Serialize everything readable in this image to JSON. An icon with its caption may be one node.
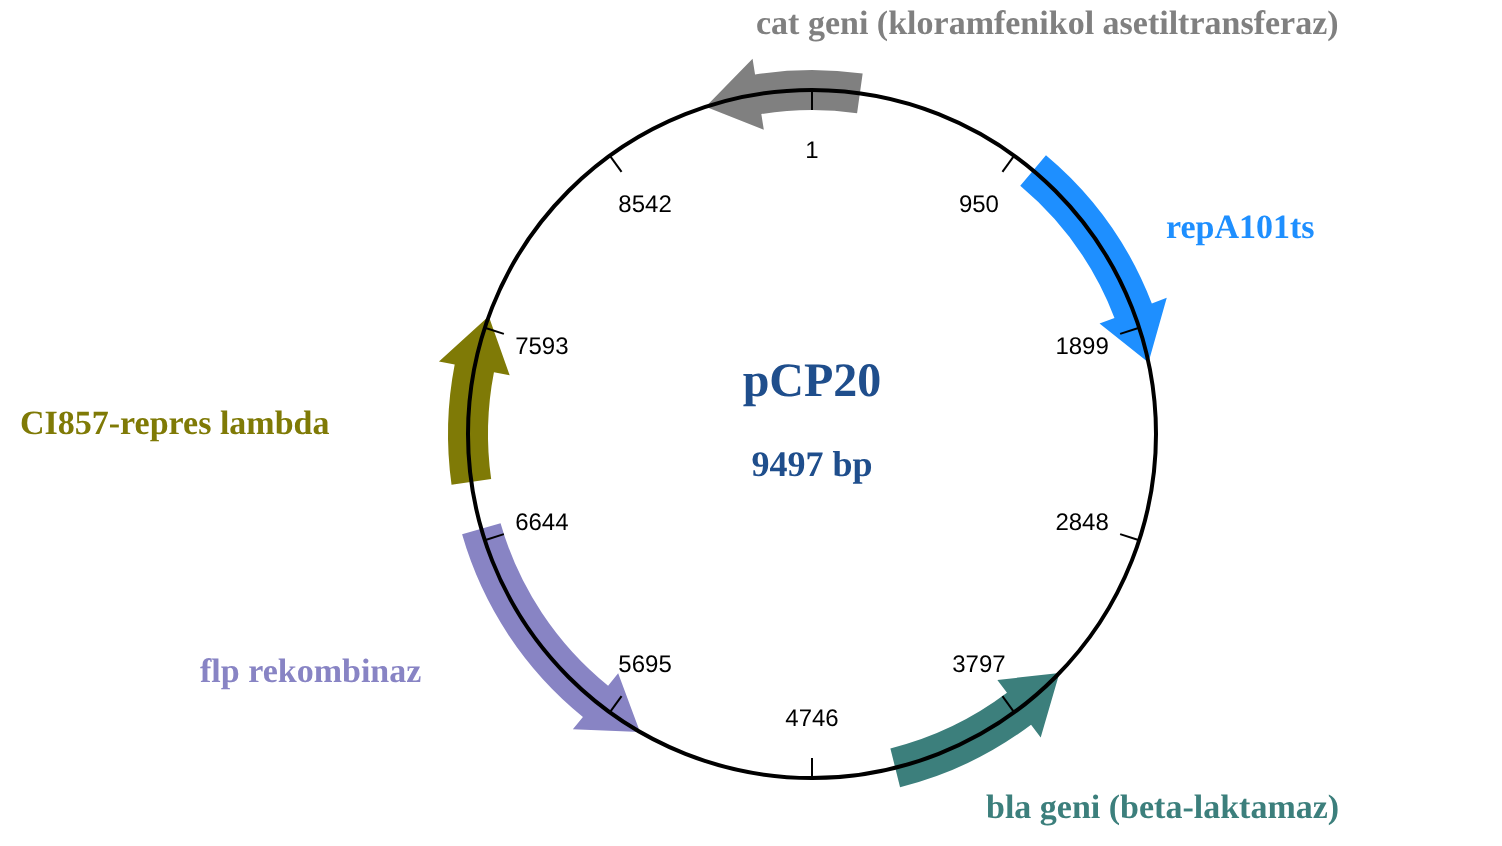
{
  "diagram": {
    "nodes": [
      {
        "text": [
          "pCP20",
          "9497 bp"
        ]
      },
      {
        "text": [
          "cat geni (kloramfenikol asetiltransferaz)"
        ]
      },
      {
        "text": [
          "repA101ts"
        ]
      },
      {
        "text": [
          "bla geni (beta-laktamaz)"
        ]
      },
      {
        "text": [
          "flp rekombinaz"
        ]
      },
      {
        "text": [
          "CI857-repres lambda"
        ]
      }
    ],
    "labels": [
      "1",
      "950",
      "1899",
      "2848",
      "3797",
      "4746",
      "5695",
      "6644",
      "7593",
      "8542"
    ]
  }
}
